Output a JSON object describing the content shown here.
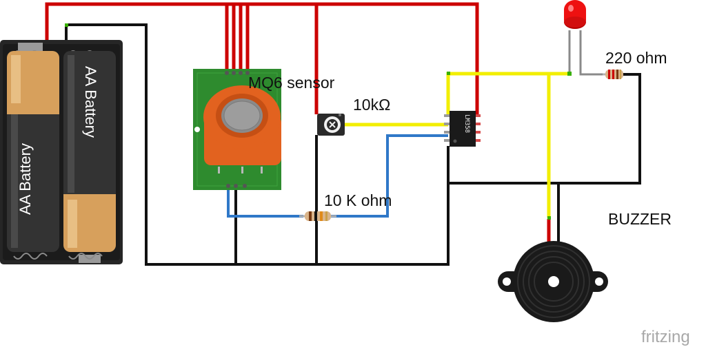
{
  "labels": {
    "sensor": "MQ6 sensor",
    "potentiometer": "10kΩ",
    "resistor_led": "220 ohm",
    "resistor_sensor": "10 K ohm",
    "buzzer": "BUZZER",
    "chip": "LM358",
    "battery_left": "AA Battery",
    "battery_right": "AA Battery"
  },
  "watermark": "fritzing",
  "colors": {
    "wire_red": "#cc0000",
    "wire_black": "#111111",
    "wire_yellow": "#f2ee00",
    "wire_blue": "#2f78c8",
    "board_green": "#2e8b2e",
    "sensor_orange": "#e2621f",
    "led_red": "#ee1111",
    "battery_tan": "#d7a05c"
  }
}
